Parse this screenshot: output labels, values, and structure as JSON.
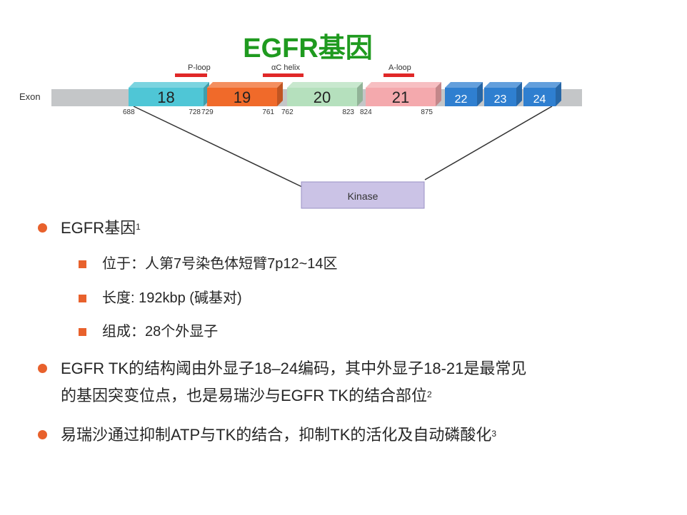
{
  "title": "EGFR基因",
  "diagram": {
    "row_label": "Exon",
    "regions": [
      {
        "label": "P-loop"
      },
      {
        "label": "αC helix"
      },
      {
        "label": "A-loop"
      }
    ],
    "exons": [
      {
        "number": "18",
        "start": "688",
        "end": "728",
        "color": "#4fc6d6"
      },
      {
        "number": "19",
        "start": "729",
        "end": "761",
        "color": "#f06a2a"
      },
      {
        "number": "20",
        "start": "762",
        "end": "823",
        "color": "#b5e0bd"
      },
      {
        "number": "21",
        "start": "824",
        "end": "875",
        "color": "#f4a9ad"
      },
      {
        "number": "22",
        "color": "#2f7fd0"
      },
      {
        "number": "23",
        "color": "#2f7fd0"
      },
      {
        "number": "24",
        "color": "#2f7fd0"
      }
    ],
    "kinase_label": "Kinase"
  },
  "bullets": [
    {
      "text": "EGFR基因",
      "sup": "1",
      "subs": [
        "位于：人第7号染色体短臂7p12~14区",
        "长度: 192kbp (碱基对)",
        "组成：28个外显子"
      ]
    },
    {
      "line1": "EGFR TK的结构阈由外显子18–24编码，其中外显子18-21是最常见",
      "line2": "的基因突变位点，也是易瑞沙与EGFR TK的结合部位",
      "sup": "2"
    },
    {
      "text": "易瑞沙通过抑制ATP与TK的结合，抑制TK的活化及自动磷酸化",
      "sup": "3"
    }
  ]
}
